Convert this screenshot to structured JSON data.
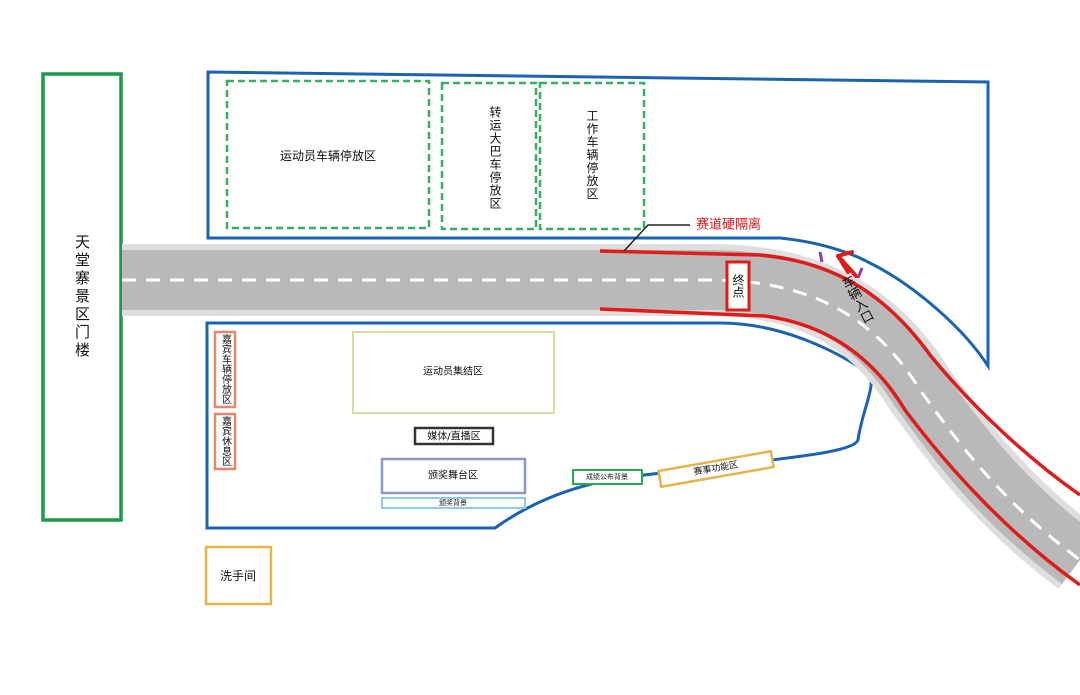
{
  "labels": {
    "gate": "天堂寨景区门楼",
    "athlete_parking": "运动员车辆停放区",
    "shuttle_parking": "转运大巴车停放区",
    "work_parking": "工作车辆停放区",
    "hard_barrier": "赛道硬隔离",
    "finish": "终点",
    "vehicle_entrance": "车辆入口",
    "vip_parking": "嘉宾车辆停放区",
    "vip_lounge": "嘉宾休息区",
    "athlete_assembly": "运动员集结区",
    "media_broadcast": "媒体/直播区",
    "award_stage": "颁奖舞台区",
    "award_backdrop": "颁奖背景",
    "results_board": "成绩公布背景",
    "event_function": "赛事功能区",
    "restroom": "洗手间"
  },
  "colors": {
    "gate_border": "#1a9a4a",
    "zone_border": "#1a63b0",
    "parking_dash": "#3aae63",
    "road_fill": "#b9b9b9",
    "road_shadow": "#dedede",
    "barrier_red": "#e01b1b",
    "lane_dash": "#ffffff",
    "vip_border": "#e8866a",
    "assembly_border": "#cde0a0",
    "media_border": "#333333",
    "stage_border": "#8f98c4",
    "backdrop_border": "#8ccaf0",
    "results_border": "#2ea84f",
    "function_border": "#e8b24a",
    "restroom_border": "#e8b24a",
    "entrance_tick": "#8e3aa8"
  }
}
